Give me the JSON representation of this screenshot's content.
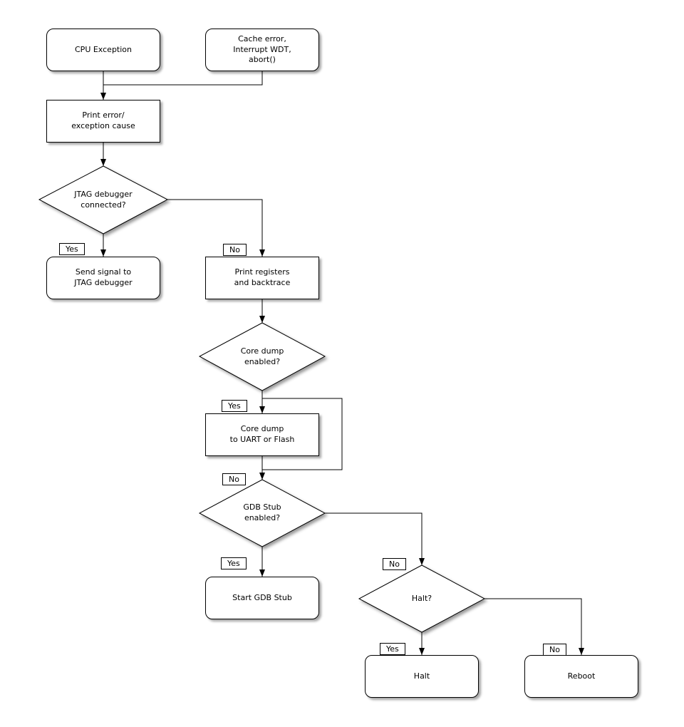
{
  "diagram": {
    "type": "flowchart",
    "colors": {
      "line": "#000000",
      "node_fill": "#ffffff",
      "text": "#000000",
      "shadow": "#999999"
    }
  },
  "nodes": {
    "cpu_exception": {
      "label": "CPU Exception",
      "shape": "rounded"
    },
    "cache_error": {
      "label": "Cache error,\nInterrupt WDT,\nabort()",
      "shape": "rounded"
    },
    "print_error": {
      "label": "Print error/\nexception cause",
      "shape": "rect"
    },
    "jtag_connected": {
      "label": "JTAG debugger\nconnected?",
      "shape": "diamond"
    },
    "send_signal": {
      "label": "Send signal to\nJTAG debugger",
      "shape": "rounded"
    },
    "print_registers": {
      "label": "Print registers\nand backtrace",
      "shape": "rect"
    },
    "core_dump_enabled": {
      "label": "Core dump\nenabled?",
      "shape": "diamond"
    },
    "core_dump": {
      "label": "Core dump\nto UART or Flash",
      "shape": "rect"
    },
    "gdb_stub_enabled": {
      "label": "GDB Stub\nenabled?",
      "shape": "diamond"
    },
    "start_gdb_stub": {
      "label": "Start GDB Stub",
      "shape": "rounded"
    },
    "halt_q": {
      "label": "Halt?",
      "shape": "diamond"
    },
    "halt": {
      "label": "Halt",
      "shape": "rounded"
    },
    "reboot": {
      "label": "Reboot",
      "shape": "rounded"
    }
  },
  "edge_labels": {
    "jtag_yes": "Yes",
    "jtag_no": "No",
    "core_dump_yes": "Yes",
    "core_dump_no": "No",
    "gdb_yes": "Yes",
    "gdb_no": "No",
    "halt_yes": "Yes",
    "halt_no": "No"
  },
  "edges": [
    {
      "from": "cpu_exception",
      "to": "print_error",
      "label": ""
    },
    {
      "from": "cache_error",
      "to": "print_error",
      "label": ""
    },
    {
      "from": "print_error",
      "to": "jtag_connected",
      "label": ""
    },
    {
      "from": "jtag_connected",
      "to": "send_signal",
      "label": "Yes"
    },
    {
      "from": "jtag_connected",
      "to": "print_registers",
      "label": "No"
    },
    {
      "from": "print_registers",
      "to": "core_dump_enabled",
      "label": ""
    },
    {
      "from": "core_dump_enabled",
      "to": "core_dump",
      "label": "Yes"
    },
    {
      "from": "core_dump_enabled",
      "to": "gdb_stub_enabled",
      "label": "No"
    },
    {
      "from": "core_dump",
      "to": "gdb_stub_enabled",
      "label": ""
    },
    {
      "from": "gdb_stub_enabled",
      "to": "start_gdb_stub",
      "label": "Yes"
    },
    {
      "from": "gdb_stub_enabled",
      "to": "halt_q",
      "label": "No"
    },
    {
      "from": "halt_q",
      "to": "halt",
      "label": "Yes"
    },
    {
      "from": "halt_q",
      "to": "reboot",
      "label": "No"
    }
  ]
}
